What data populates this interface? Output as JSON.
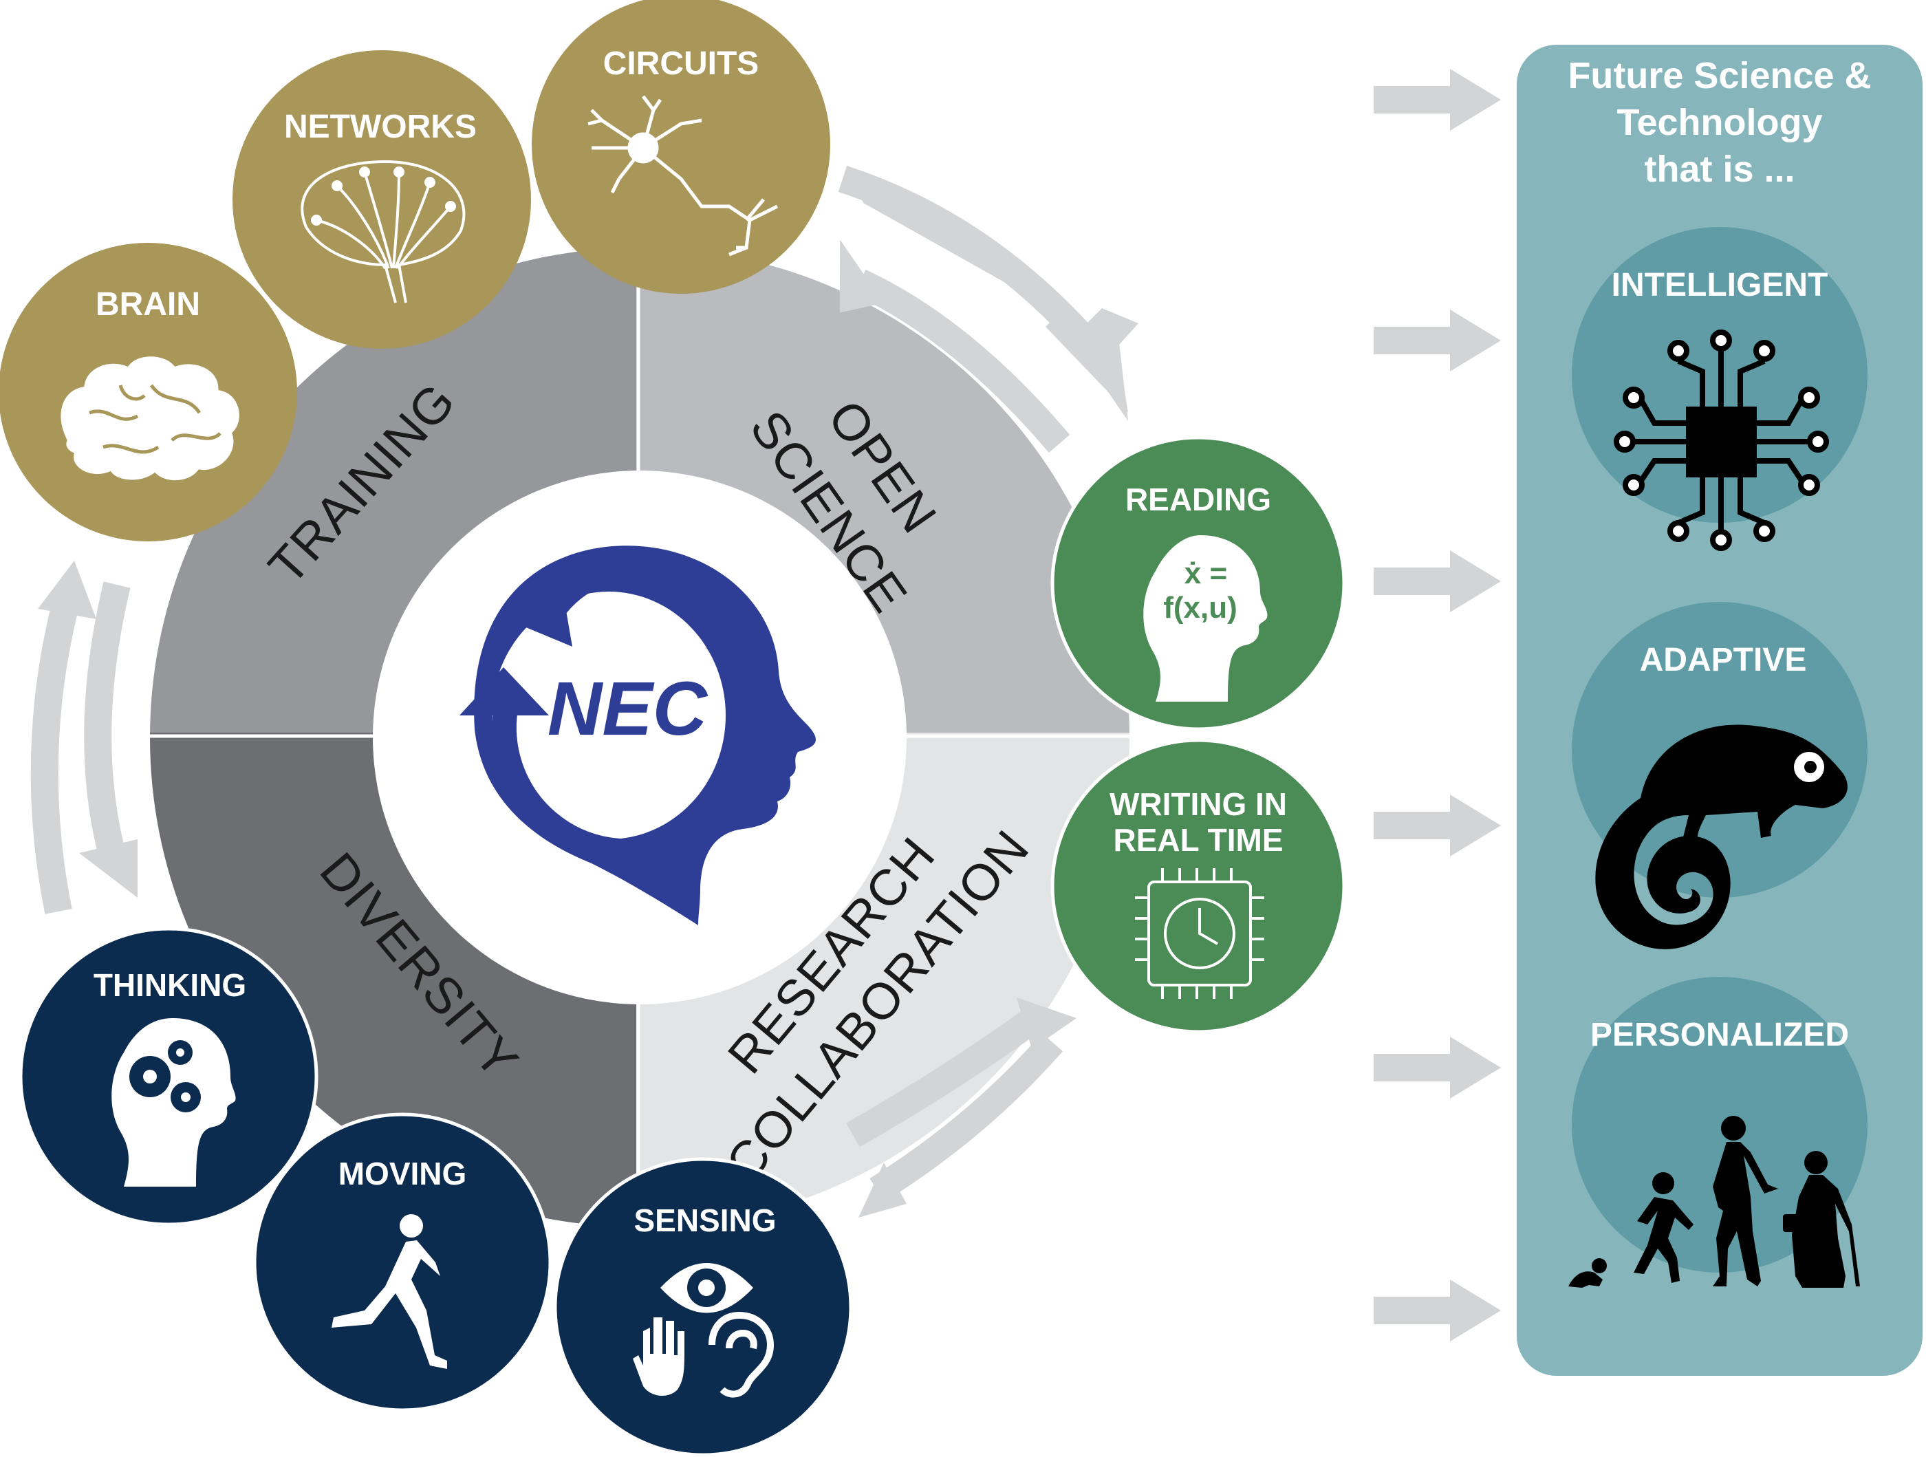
{
  "center": {
    "label": "NEC"
  },
  "ring_segments": {
    "training": "TRAINING",
    "open_science_1": "OPEN",
    "open_science_2": "SCIENCE",
    "diversity": "DIVERSITY",
    "research_collab_1": "RESEARCH",
    "research_collab_2": "COLLABORATION"
  },
  "gold_circles": {
    "brain": "BRAIN",
    "networks": "NETWORKS",
    "circuits": "CIRCUITS"
  },
  "green_circles": {
    "reading": "READING",
    "reading_eq_1": "ẋ =",
    "reading_eq_2": "f(x,u)",
    "writing_1": "WRITING IN",
    "writing_2": "REAL TIME"
  },
  "navy_circles": {
    "thinking": "THINKING",
    "moving": "MOVING",
    "sensing": "SENSING"
  },
  "panel": {
    "title_1": "Future Science &",
    "title_2": "Technology",
    "title_3": "that is ...",
    "items": [
      "INTELLIGENT",
      "ADAPTIVE",
      "PERSONALIZED"
    ]
  },
  "colors": {
    "gold": "#a99659",
    "green": "#4b8c56",
    "navy": "#0b2b4f",
    "nec_blue": "#2e3e96",
    "panel": "#86b6bc",
    "panel_circle": "#5f9ca6",
    "arrow": "#d3d4d6"
  }
}
